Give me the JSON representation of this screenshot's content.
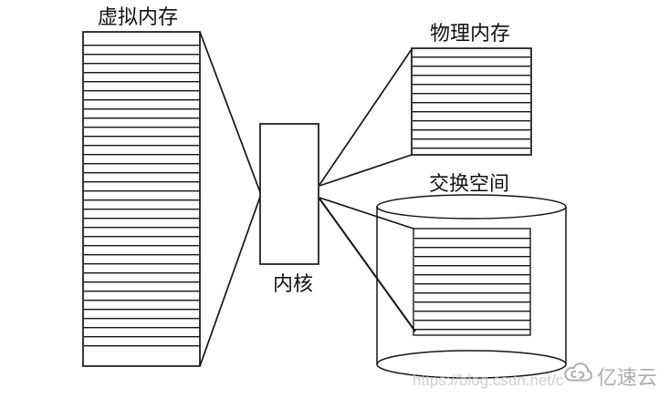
{
  "diagram": {
    "nodes": {
      "virtual_memory": {
        "label": "虚拟内存",
        "style": "striped-rectangle"
      },
      "kernel": {
        "label": "内核",
        "style": "plain-rectangle"
      },
      "physical_memory": {
        "label": "物理内存",
        "style": "striped-rectangle"
      },
      "swap_space": {
        "label": "交换空间",
        "style": "cylinder-with-striped-rectangle"
      }
    },
    "connections": [
      {
        "from": "virtual_memory",
        "to": "kernel"
      },
      {
        "from": "kernel",
        "to": "physical_memory"
      },
      {
        "from": "kernel",
        "to": "swap_space"
      }
    ],
    "colors": {
      "line": "#161616",
      "background": "#ffffff"
    }
  },
  "watermark": {
    "url_text": "https://blog.csdn.net/c",
    "brand_name": "亿速云",
    "brand_icon": "cloud-icon",
    "url_color": "#c3c3c3",
    "brand_color": "#a9adb1"
  }
}
